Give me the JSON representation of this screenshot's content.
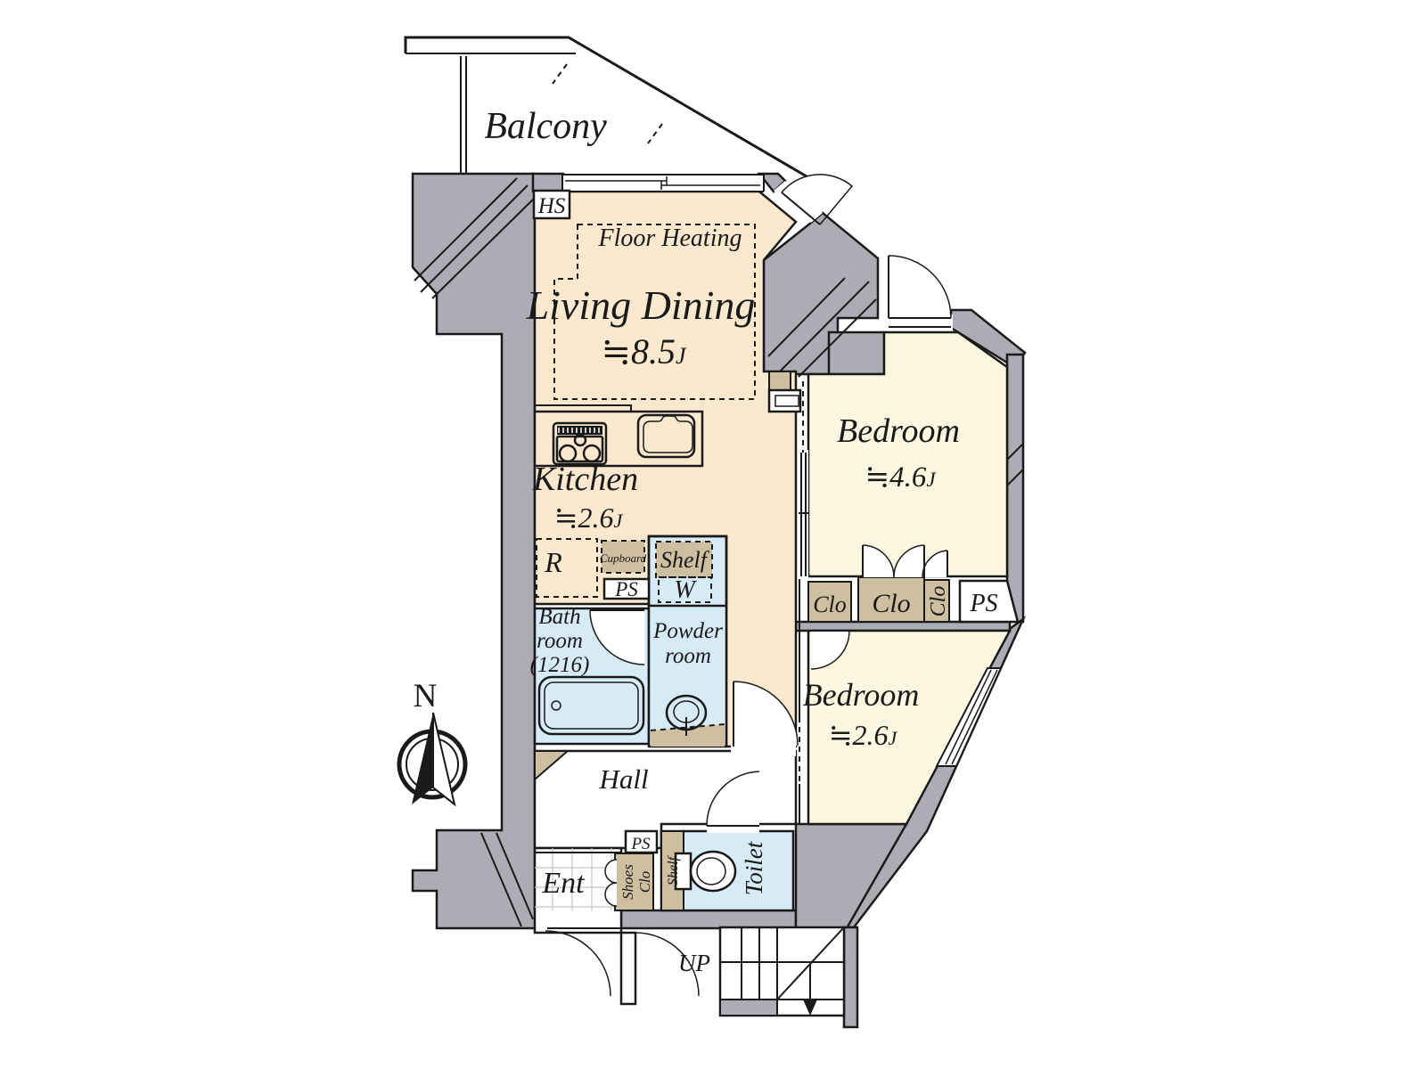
{
  "compass": {
    "north_label": "N"
  },
  "rooms": {
    "balcony": {
      "label": "Balcony"
    },
    "living_dining": {
      "label": "Living Dining",
      "size": "≒8.5",
      "size_unit": "J",
      "floor_note": "Floor Heating"
    },
    "kitchen": {
      "label": "Kitchen",
      "size": "≒2.6",
      "size_unit": "J"
    },
    "bedroom_1": {
      "label": "Bedroom",
      "size": "≒4.6",
      "size_unit": "J"
    },
    "bedroom_2": {
      "label": "Bedroom",
      "size": "≒2.6",
      "size_unit": "J"
    },
    "bathroom": {
      "label_line_1": "Bath",
      "label_line_2": "room",
      "label_line_3": "(1216)"
    },
    "powder_room": {
      "label_line_1": "Powder",
      "label_line_2": "room"
    },
    "toilet": {
      "label": "Toilet"
    },
    "hall": {
      "label": "Hall"
    },
    "entrance": {
      "label": "Ent"
    }
  },
  "fixtures": {
    "heat_source_box": "HS",
    "refrigerator_space": "R",
    "washer_space": "W",
    "cupboard": "Cupboard",
    "kitchen_shelf": "Shelf",
    "toilet_shelf": "Shelf",
    "pipe_space": "PS",
    "closet_1": "Clo",
    "closet_2": "Clo",
    "closet_3": "Clo",
    "shoes_closet_line_1": "Shoes",
    "shoes_closet_line_2": "Clo"
  },
  "stairs": {
    "up_label": "UP"
  },
  "colors": {
    "wall_gray": "#abacb4",
    "ldk_peach": "#fae8cf",
    "bedroom_cream": "#fbf7e1",
    "wet_area_blue": "#d7ebf7",
    "storage_tan": "#cdbf9f",
    "line_black": "#1a1a1a",
    "background": "#ffffff"
  }
}
